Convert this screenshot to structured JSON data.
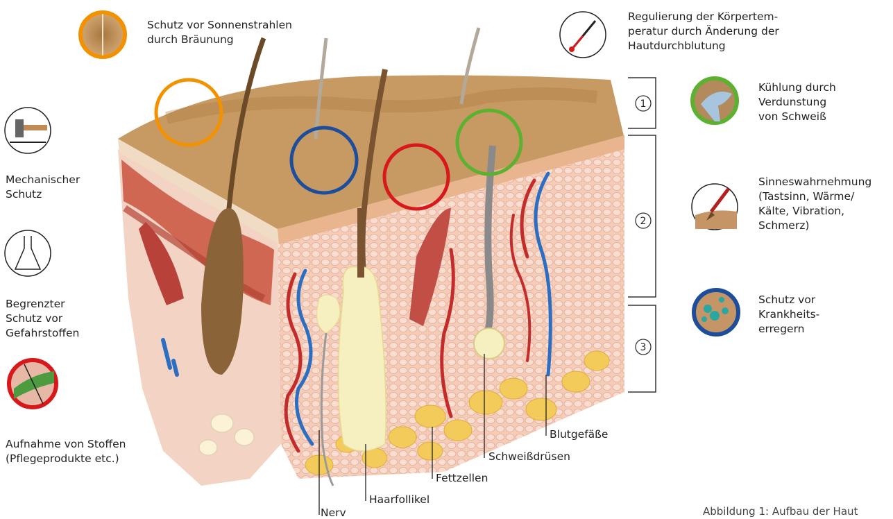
{
  "functions": {
    "sun": "Schutz vor Sonnenstrahlen\ndurch Bräunung",
    "temperature": "Regulierung der Körpertem-\nperatur durch Änderung der\nHautdurchblutung",
    "cooling": "Kühlung durch\nVerdunstung\nvon Schweiß",
    "senses": "Sinneswahrnehmung\n(Tastsinn, Wärme/\nKälte, Vibration,\nSchmerz)",
    "pathogens": "Schutz vor\nKrankheits-\nerregern",
    "mechanical": "Mechanischer\nSchutz",
    "hazardous": "Begrenzter\nSchutz vor\nGefahrstoffen",
    "absorption": "Aufnahme von Stoffen\n(Pflegeprodukte etc.)"
  },
  "layers": [
    "1",
    "2",
    "3"
  ],
  "structures": {
    "nerve": "Nerv",
    "hair_follicle": "Haarfollikel",
    "fat_cells": "Fettzellen",
    "sweat_glands": "Schweißdrüsen",
    "blood_vessels": "Blutgefäße"
  },
  "caption": "Abbildung 1: Aufbau der Haut",
  "icons": [
    "tan-swatch-icon",
    "hammer-icon",
    "flask-icon",
    "skin-absorption-icon",
    "thermometer-icon",
    "sweat-drop-icon",
    "paintbrush-icon",
    "bacteria-icon"
  ],
  "colors": {
    "orange": "#f39200",
    "blue": "#1d4e9c",
    "red": "#d7191c",
    "green": "#5cb130",
    "epidermis": "#c89a63",
    "dermis": "#f2c9b5"
  }
}
